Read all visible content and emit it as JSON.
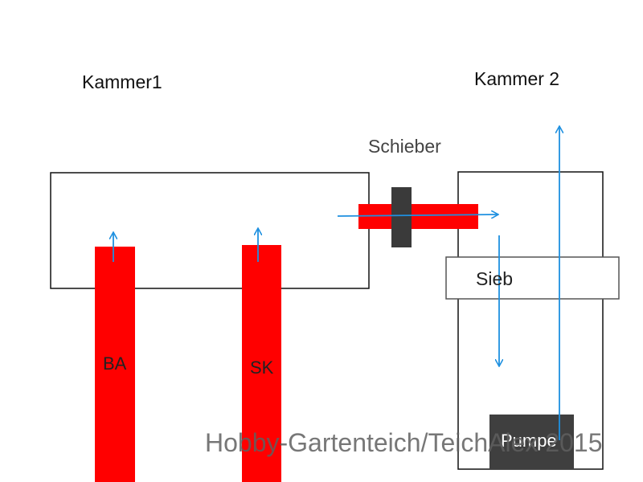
{
  "labels": {
    "kammer1": "Kammer1",
    "kammer2": "Kammer 2",
    "schieber": "Schieber",
    "sieb": "Sieb",
    "ba": "BA",
    "sk": "SK",
    "pumpe": "Pumpe"
  },
  "watermark": "Hobby-Gartenteich/TeichAlex 2015",
  "colors": {
    "pipe": "#ff0000",
    "flow_arrow": "#1e90e0",
    "outline": "#111111",
    "schieber_block": "#3a3a3a",
    "pumpe_block": "#3f3f3f",
    "sieb_outline": "#555555"
  }
}
